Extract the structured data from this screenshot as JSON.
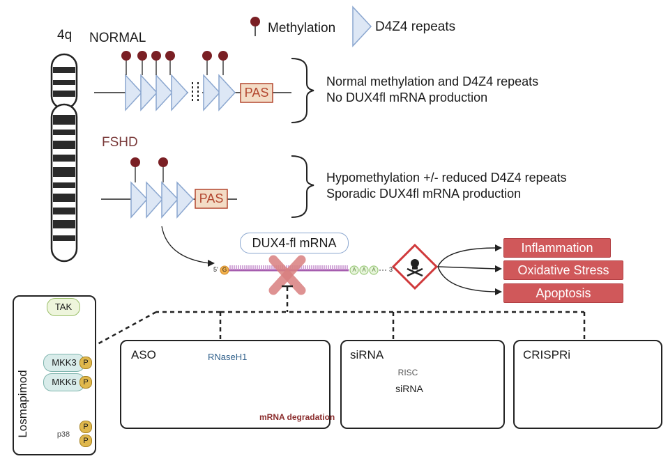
{
  "legend": {
    "methylation_label": "Methylation",
    "repeats_label": "D4Z4 repeats"
  },
  "chromosome": {
    "label": "4q"
  },
  "normal": {
    "label": "NORMAL",
    "pas": "PAS",
    "description_line1": "Normal methylation and D4Z4 repeats",
    "description_line2": "No DUX4fl mRNA production"
  },
  "fshd": {
    "label": "FSHD",
    "pas": "PAS",
    "description_line1": "Hypomethylation +/- reduced D4Z4 repeats",
    "description_line2": "Sporadic DUX4fl mRNA production"
  },
  "mrna": {
    "label": "DUX4-fl mRNA",
    "five_prime": "5'",
    "three_prime": "3'",
    "cap": "G",
    "poly_a": [
      "A",
      "A",
      "A"
    ]
  },
  "outcomes": [
    "Inflammation",
    "Oxidative Stress",
    "Apoptosis"
  ],
  "losmapimod": {
    "title": "Losmapimod",
    "tak": "TAK",
    "mkk3": "MKK3",
    "mkk6": "MKK6",
    "p38": "p38",
    "phospho": "P"
  },
  "aso": {
    "title": "ASO",
    "enzyme": "RNaseH1",
    "result": "mRNA degradation"
  },
  "sirna": {
    "title": "siRNA",
    "risc": "RISC",
    "inner": "siRNA"
  },
  "crispri": {
    "title": "CRISPRi"
  },
  "colors": {
    "methyl": "#7a1f24",
    "repeat_fill": "#dde7f5",
    "repeat_stroke": "#8aa6cf",
    "pas_fill": "#f3dcc6",
    "pas_stroke": "#b3462f",
    "outcome_fill": "#d0585a",
    "cross": "#d98080"
  }
}
